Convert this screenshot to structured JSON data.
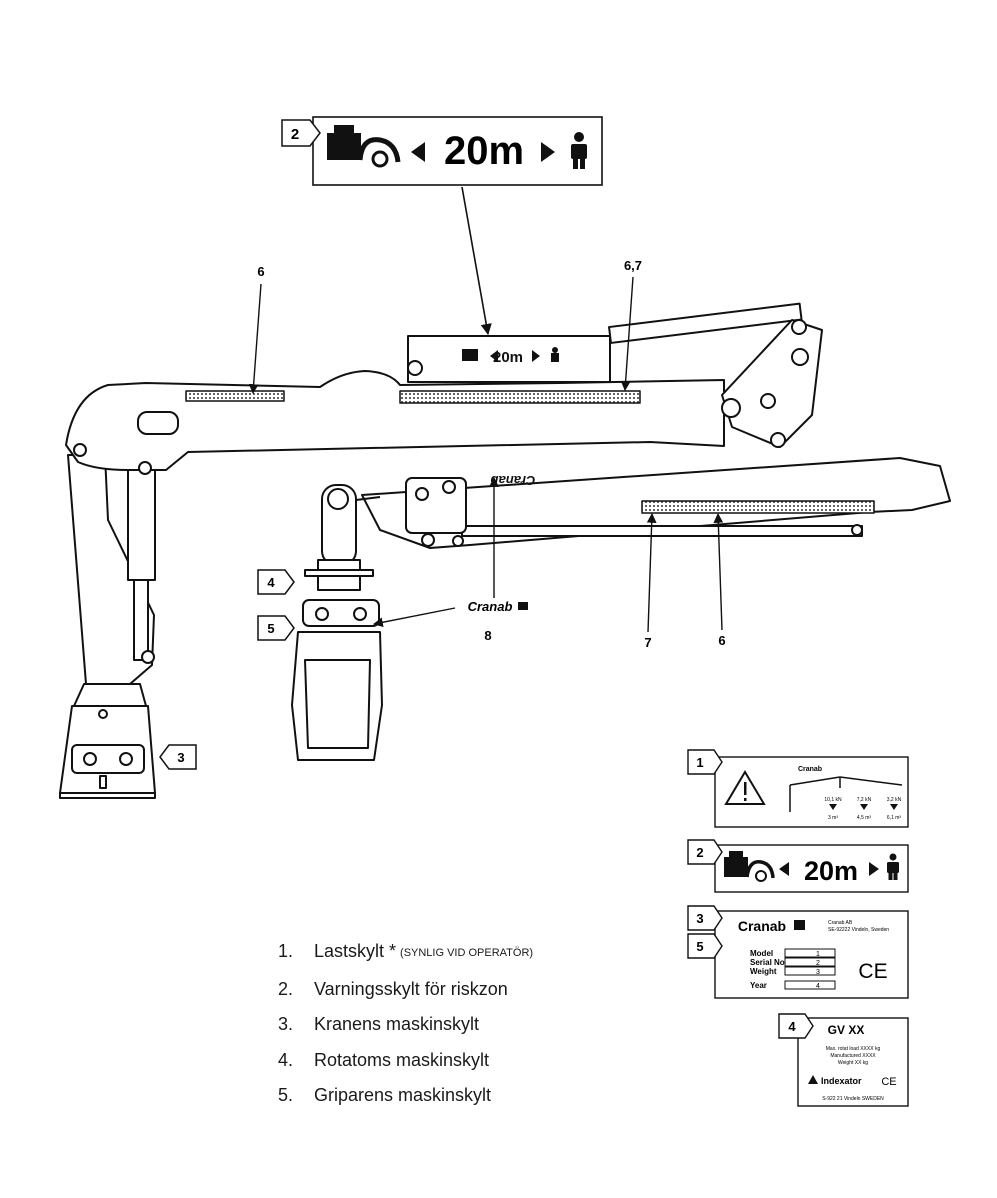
{
  "sign2": {
    "badge": "2",
    "distance": "20m"
  },
  "boom_decal": {
    "distance": "20m"
  },
  "brand": "Cranab",
  "callouts": {
    "c6_top": "6",
    "c67": "6,7",
    "c6_bottom": "6",
    "c7": "7",
    "c8": "8",
    "c3": "3",
    "c4": "4",
    "c5": "5",
    "decal_text": "Cranab"
  },
  "label1": {
    "badge": "1",
    "brand": "Cranab",
    "loads": [
      "10,1 kN",
      "7,2 kN",
      "3,2 kN"
    ],
    "reaches": [
      "3 m³",
      "4,5 m³",
      "6,1 m³"
    ]
  },
  "label2": {
    "badge": "2",
    "distance": "20m"
  },
  "label3": {
    "badge3": "3",
    "badge5": "5",
    "brand": "Cranab",
    "address1": "Cranab AB",
    "address2": "SE-92222 Vindeln, Sweden",
    "rows": [
      {
        "label": "Model",
        "value": "1"
      },
      {
        "label": "Serial No.",
        "value": "2"
      },
      {
        "label": "Weight",
        "value": "3"
      },
      {
        "label": "Year",
        "value": "4"
      }
    ],
    "ce": "CE"
  },
  "label4": {
    "badge": "4",
    "model": "GV XX",
    "line1": "Max. rotat load XXXX kg",
    "line2": "Manufactured XXXX",
    "line3": "Weight XX kg",
    "brand": "Indexator",
    "ce": "CE",
    "address": "S-922 21 Vindeln SWEDEN"
  },
  "legend": [
    {
      "num": "1.",
      "text": "Lastskylt *",
      "note": "(SYNLIG VID OPERATÖR)"
    },
    {
      "num": "2.",
      "text": "Varningsskylt för riskzon"
    },
    {
      "num": "3.",
      "text": "Kranens maskinskylt"
    },
    {
      "num": "4.",
      "text": "Rotatoms maskinskylt"
    },
    {
      "num": "5.",
      "text": "Griparens maskinskylt"
    }
  ]
}
